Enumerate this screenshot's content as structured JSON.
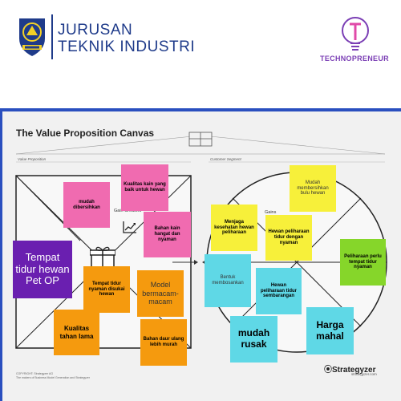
{
  "header": {
    "dept_line1": "JURUSAN",
    "dept_line2": "TEKNIK INDUSTRI",
    "brand": "TECHNOPRENEUR",
    "brand_color": "#7b3fb5",
    "accent_color": "#2a4fbf"
  },
  "canvas": {
    "title": "The Value Proposition Canvas",
    "value_proposition_label": "Value Proposition",
    "customer_segment_label": "Customer Segment",
    "gain_creators_label": "Gain Creators",
    "gains_label": "Gains",
    "copyright": "COPYRIGHT: Strategyzer AG\nThe makers of Business Model Generation and Strategyzer",
    "strategyzer": "Strategyzer",
    "strategyzer_url": "strategyzer.com"
  },
  "notes": {
    "kualitas_kain": "Kualitas kain yang baik untuk hewan",
    "mudah_dibersihkan": "mudah dibersihkan",
    "bahan_kain": "Bahan kain hangat dan nyaman",
    "tempat_tidur_pet": "Tempat tidur hewan Pet OP",
    "tempat_tidur_nyaman": "Tempat tidur nyaman disukai hewan",
    "model_bermacam": "Model bermacam-macam",
    "kualitas_tahan": "Kualitas tahan lama",
    "bahan_daur": "Bahan daur ulang lebih murah",
    "mudah_membersihkan": "Mudah membersihkan bulu hewan",
    "menjaga_kesehatan": "Menjaga kesehatan hewan peliharaan",
    "hewan_tidur_nyaman": "Hewan peliharaan tidur dengan nyaman",
    "peliharaan_perlu": "Peliharaan perlu tempat tidur nyaman",
    "bentuk_membosankan": "Bentuk membosankan",
    "hewan_sembarangan": "Hewan peliharaan tidur sembarangan",
    "mudah_rusak": "mudah rusak",
    "harga_mahal": "Harga mahal"
  },
  "colors": {
    "pink": "#f06bb0",
    "purple": "#6a1fb0",
    "orange": "#f59a0e",
    "yellow": "#f7f03a",
    "green": "#86d62a",
    "cyan": "#5fd8e6"
  },
  "icons": [
    "university-logo-icon",
    "lightbulb-icon",
    "gift-icon",
    "chart-icon"
  ]
}
